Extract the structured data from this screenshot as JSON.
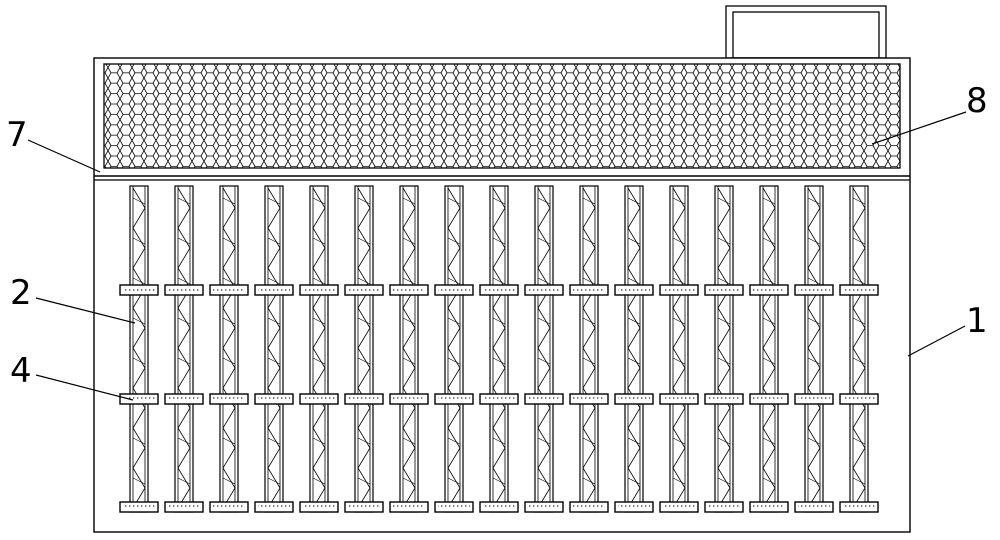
{
  "diagram": {
    "type": "technical-line-drawing",
    "line_color": "#000000",
    "background": "#ffffff",
    "column_count": 17,
    "clamp_rows": 3,
    "panel_pattern": "hexagon-mesh",
    "column_pattern": "zigzag-truss",
    "callouts": [
      {
        "id": "7",
        "label": "7",
        "part": "filter-panel"
      },
      {
        "id": "8",
        "label": "8",
        "part": "mesh-infill"
      },
      {
        "id": "2",
        "label": "2",
        "part": "truss-column"
      },
      {
        "id": "4",
        "label": "4",
        "part": "clamp-bar"
      },
      {
        "id": "1",
        "label": "1",
        "part": "housing-frame"
      }
    ]
  }
}
